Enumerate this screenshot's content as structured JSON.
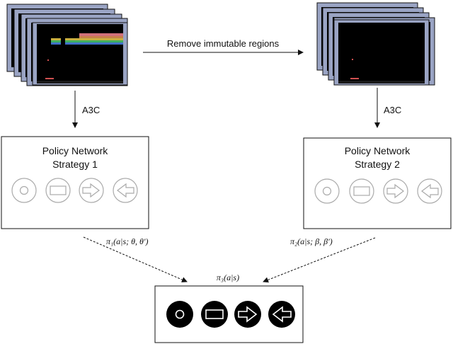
{
  "top_arrow_label": "Remove immutable regions",
  "left_arrow_label": "A3C",
  "right_arrow_label": "A3C",
  "left_box": {
    "title_line1": "Policy Network",
    "title_line2": "Strategy 1"
  },
  "right_box": {
    "title_line1": "Policy Network",
    "title_line2": "Strategy 2"
  },
  "left_policy_label": "π₁(a|s; θ, θ′)",
  "right_policy_label": "π₂(a|s; β, β′)",
  "combined_policy_label": "π₃(a|s)",
  "action_icons": [
    "circle-icon",
    "rectangle-icon",
    "arrow-right-icon",
    "arrow-left-icon"
  ],
  "colors": {
    "frame_border": "#9aa4c4",
    "screen_bg": "#000000",
    "brick_red": "#d0707a",
    "brick_yellow": "#c8b040",
    "brick_green": "#40b060",
    "brick_blue": "#4070c8",
    "paddle": "#d05050",
    "icon_outline_light": "#aaaaaa",
    "icon_fill_dark": "#000000"
  }
}
